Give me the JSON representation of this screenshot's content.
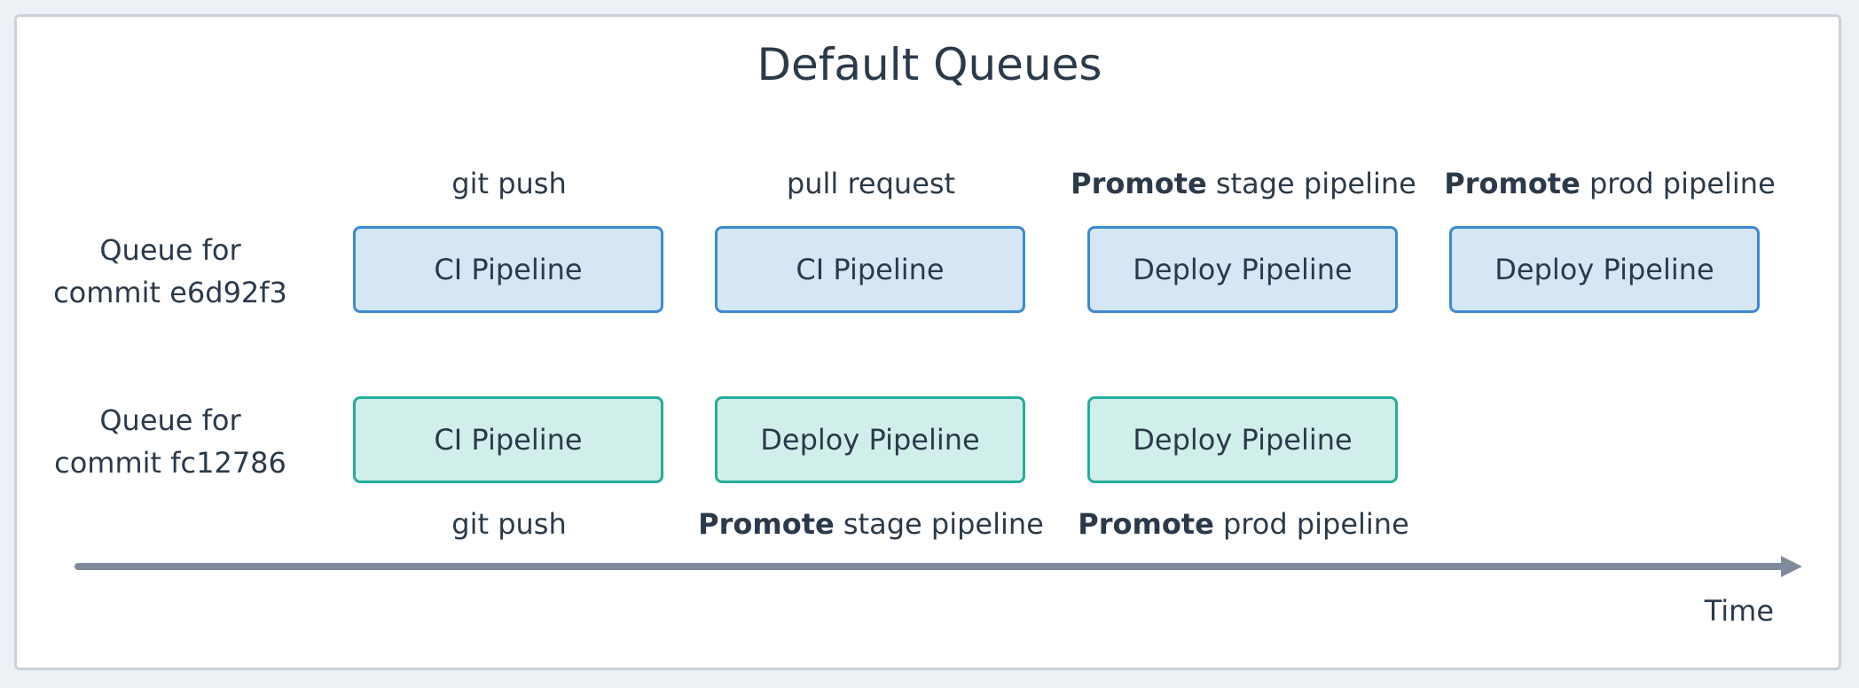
{
  "title": "Default Queues",
  "axis_label": "Time",
  "queues": [
    {
      "label_line1": "Queue for",
      "label_line2": "commit e6d92f3",
      "color": "#3b8ad2",
      "steps": [
        {
          "trigger_bold": "",
          "trigger_rest": "git push",
          "pipeline": "CI Pipeline"
        },
        {
          "trigger_bold": "",
          "trigger_rest": "pull request",
          "pipeline": "CI Pipeline"
        },
        {
          "trigger_bold": "Promote",
          "trigger_rest": " stage pipeline",
          "pipeline": "Deploy Pipeline"
        },
        {
          "trigger_bold": "Promote",
          "trigger_rest": " prod pipeline",
          "pipeline": "Deploy Pipeline"
        }
      ]
    },
    {
      "label_line1": "Queue for",
      "label_line2": "commit fc12786",
      "color": "#25ad98",
      "steps": [
        {
          "trigger_bold": "",
          "trigger_rest": "git push",
          "pipeline": "CI Pipeline"
        },
        {
          "trigger_bold": "Promote",
          "trigger_rest": " stage pipeline",
          "pipeline": "Deploy Pipeline"
        },
        {
          "trigger_bold": "Promote",
          "trigger_rest": " prod pipeline",
          "pipeline": "Deploy Pipeline"
        }
      ]
    }
  ]
}
